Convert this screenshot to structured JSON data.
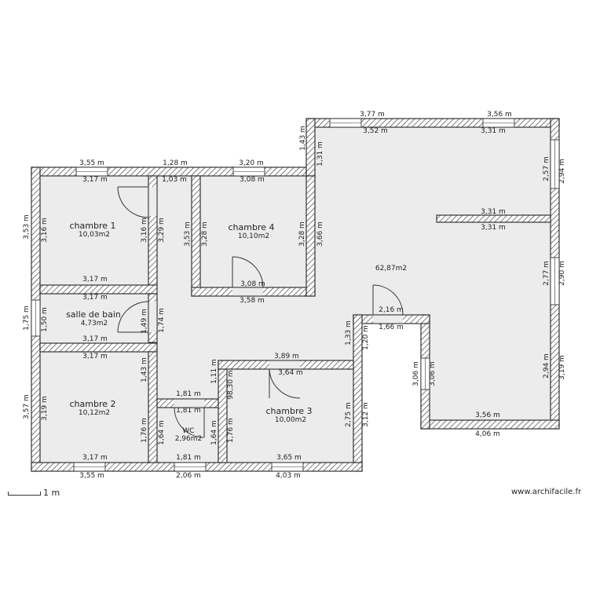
{
  "rooms": [
    {
      "name": "chambre 1",
      "area": "10,03m2"
    },
    {
      "name": "chambre 4",
      "area": "10,10m2"
    },
    {
      "name": "salle de bain",
      "area": "4,73m2"
    },
    {
      "name": "chambre 2",
      "area": "10,12m2"
    },
    {
      "name": "WC",
      "area": "2,96m2"
    },
    {
      "name": "chambre 3",
      "area": "10,00m2"
    },
    {
      "name": "",
      "area": "62,87m2"
    }
  ],
  "dimensions": [
    "3,77 m",
    "3,52 m",
    "3,56 m",
    "3,31 m",
    "1,43 m",
    "1,31 m",
    "3,55 m",
    "3,17 m",
    "1,28 m",
    "1,03 m",
    "3,20 m",
    "3,08 m",
    "2,57 m",
    "2,94 m",
    "3,53 m",
    "3,16 m",
    "3,16 m",
    "3,29 m",
    "3,53 m",
    "3,28 m",
    "3,28 m",
    "3,66 m",
    "3,31 m",
    "3,31 m",
    "3,17 m",
    "3,17 m",
    "3,08 m",
    "3,58 m",
    "2,77 m",
    "2,90 m",
    "1,75 m",
    "1,50 m",
    "1,49 m",
    "1,74 m",
    "3,17 m",
    "2,16 m",
    "1,66 m",
    "1,33 m",
    "1,20 m",
    "3,17 m",
    "3,89 m",
    "3,64 m",
    "1,43 m",
    "1,11 m",
    "98,30 m",
    "1,81 m",
    "1,81 m",
    "3,06 m",
    "3,06 m",
    "2,94 m",
    "3,19 m",
    "3,57 m",
    "3,19 m",
    "1,76 m",
    "1,64 m",
    "1,64 m",
    "1,76 m",
    "2,75 m",
    "3,12 m",
    "3,56 m",
    "4,06 m",
    "3,17 m",
    "1,81 m",
    "3,65 m",
    "3,55 m",
    "2,06 m",
    "4,03 m"
  ],
  "scale": {
    "label": "1 m"
  },
  "watermark": "www.archifacile.fr"
}
